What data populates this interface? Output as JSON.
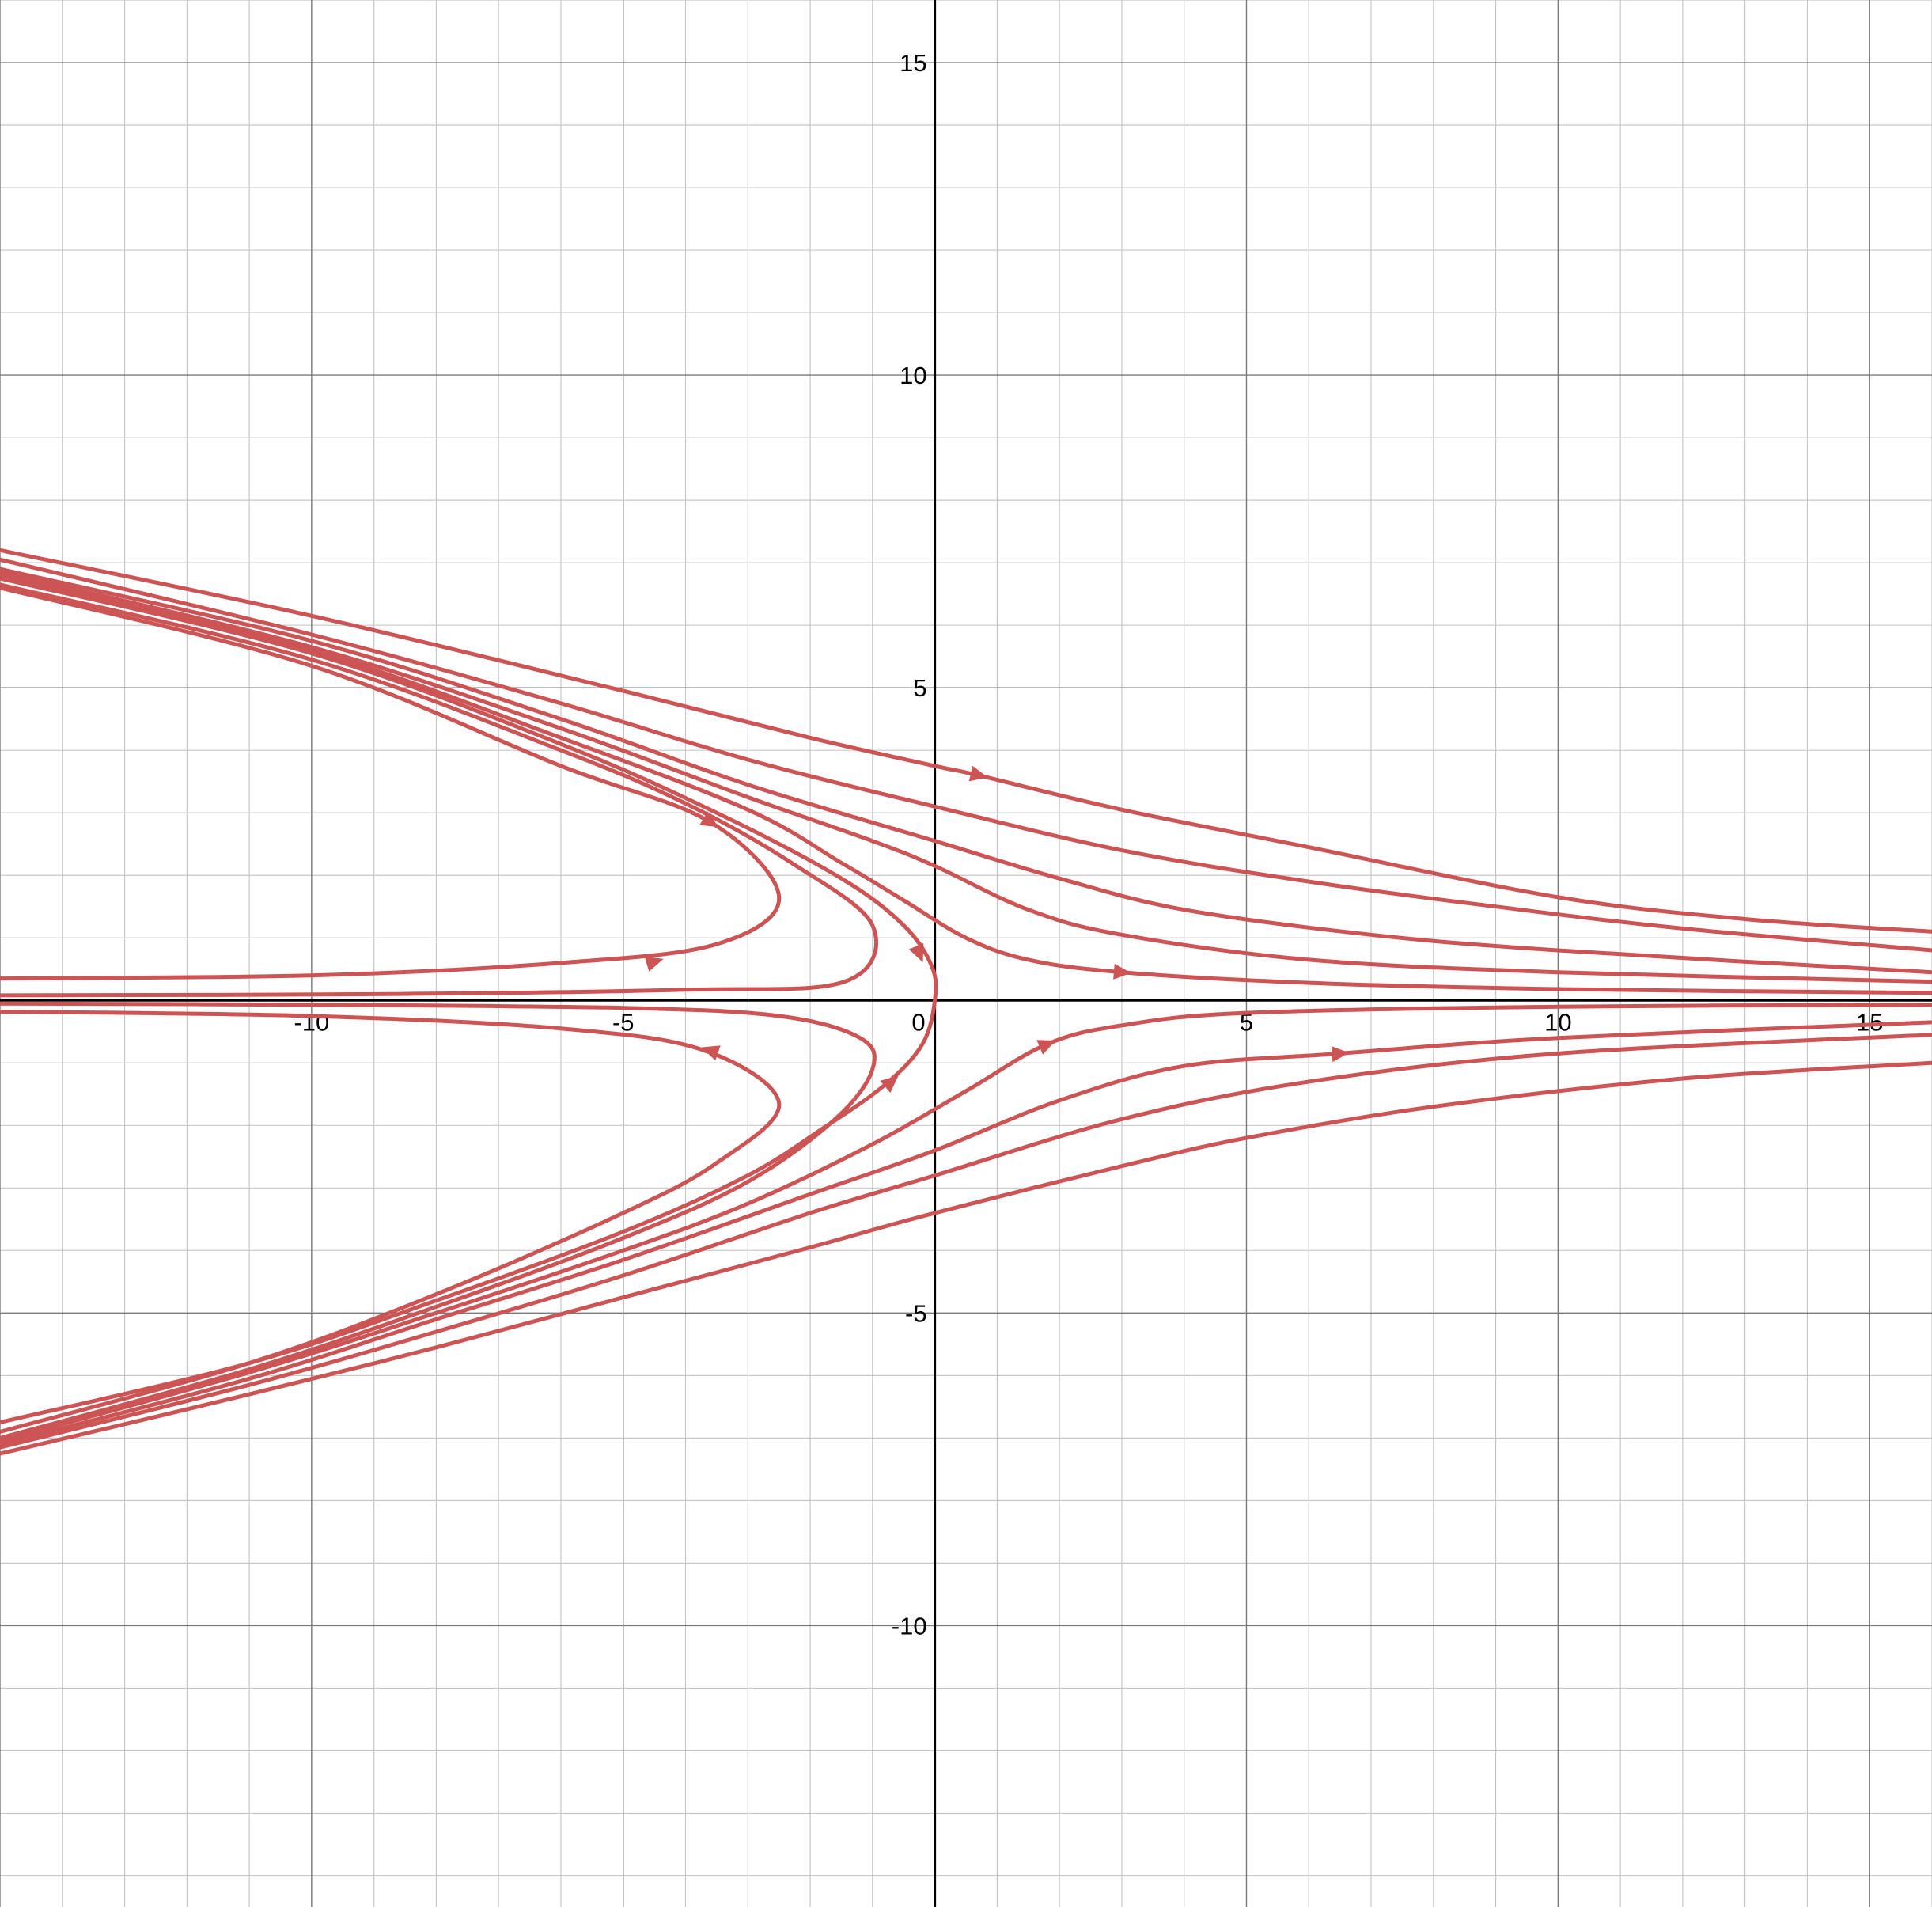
{
  "chart_data": {
    "type": "line",
    "title": "",
    "xlabel": "",
    "ylabel": "",
    "xlim": [
      -15,
      16
    ],
    "ylim": [
      -14.5,
      16
    ],
    "grid": true,
    "minor_grid_step": 1,
    "major_grid_step": 5,
    "x_ticks": [
      {
        "value": -10,
        "label": "-10"
      },
      {
        "value": -5,
        "label": "-5"
      },
      {
        "value": 0,
        "label": "0"
      },
      {
        "value": 5,
        "label": "5"
      },
      {
        "value": 10,
        "label": "10"
      },
      {
        "value": 15,
        "label": "15"
      }
    ],
    "y_ticks": [
      {
        "value": 15,
        "label": "15"
      },
      {
        "value": 10,
        "label": "10"
      },
      {
        "value": 5,
        "label": "5"
      },
      {
        "value": -5,
        "label": "-5"
      },
      {
        "value": -10,
        "label": "-10"
      }
    ],
    "colors": {
      "series": "#cc5454",
      "grid_major": "#7a7a7a",
      "grid_minor": "#c8c8c8",
      "axis": "#000000"
    },
    "series": [
      {
        "points": [
          [
            -15,
            7.2
          ],
          [
            -10,
            6.15
          ],
          [
            -5,
            4.95
          ],
          [
            -2,
            4.2
          ],
          [
            0,
            3.75
          ],
          [
            0.7,
            3.6
          ],
          [
            3,
            3.05
          ],
          [
            6,
            2.45
          ],
          [
            10,
            1.65
          ],
          [
            13,
            1.3
          ],
          [
            16,
            1.1
          ]
        ],
        "arrows": [
          [
            0.7,
            3.6,
            1
          ]
        ]
      },
      {
        "points": [
          [
            -15,
            7.05
          ],
          [
            -10,
            5.85
          ],
          [
            -6,
            4.75
          ],
          [
            -3,
            3.85
          ],
          [
            0,
            3.1
          ],
          [
            3,
            2.4
          ],
          [
            6,
            1.9
          ],
          [
            9,
            1.5
          ],
          [
            12,
            1.15
          ],
          [
            16,
            0.8
          ]
        ],
        "arrows": []
      },
      {
        "points": [
          [
            -15,
            6.9
          ],
          [
            -10,
            5.75
          ],
          [
            -6,
            4.5
          ],
          [
            -3,
            3.45
          ],
          [
            0,
            2.55
          ],
          [
            2,
            1.95
          ],
          [
            4,
            1.45
          ],
          [
            7,
            1.05
          ],
          [
            10,
            0.8
          ],
          [
            16,
            0.45
          ]
        ],
        "arrows": []
      },
      {
        "points": [
          [
            -15,
            6.85
          ],
          [
            -10,
            5.65
          ],
          [
            -6,
            4.35
          ],
          [
            -3,
            3.25
          ],
          [
            -1,
            2.55
          ],
          [
            0,
            2.15
          ],
          [
            1.5,
            1.45
          ],
          [
            3,
            1.05
          ],
          [
            6,
            0.65
          ],
          [
            10,
            0.45
          ],
          [
            16,
            0.3
          ]
        ],
        "arrows": []
      },
      {
        "points": [
          [
            -15,
            6.8
          ],
          [
            -10,
            5.6
          ],
          [
            -6,
            4.2
          ],
          [
            -3,
            3.05
          ],
          [
            -1.5,
            2.2
          ],
          [
            -0.5,
            1.6
          ],
          [
            0.5,
            1.0
          ],
          [
            1.5,
            0.65
          ],
          [
            3,
            0.45
          ],
          [
            6,
            0.28
          ],
          [
            10,
            0.18
          ],
          [
            16,
            0.12
          ]
        ],
        "arrows": [
          [
            3,
            0.45,
            1
          ]
        ]
      },
      {
        "points": [
          [
            -15,
            6.75
          ],
          [
            -10,
            5.55
          ],
          [
            -6,
            4.1
          ],
          [
            -3.5,
            3.0
          ],
          [
            -1.5,
            1.95
          ],
          [
            -0.5,
            1.2
          ],
          [
            -0.05,
            0.55
          ],
          [
            0,
            0
          ],
          [
            -0.2,
            -0.7
          ],
          [
            -0.8,
            -1.35
          ],
          [
            -1.8,
            -2.05
          ],
          [
            -3,
            -2.8
          ],
          [
            -5,
            -3.7
          ],
          [
            -8,
            -4.8
          ],
          [
            -11,
            -5.8
          ],
          [
            -15,
            -6.75
          ]
        ],
        "arrows": [
          [
            -0.25,
            0.75,
            1
          ],
          [
            -0.7,
            -1.3,
            -1
          ]
        ]
      },
      {
        "points": [
          [
            -15,
            6.65
          ],
          [
            -10,
            5.45
          ],
          [
            -6,
            4.0
          ],
          [
            -4,
            3.15
          ],
          [
            -2.3,
            2.2
          ],
          [
            -1,
            1.2
          ],
          [
            -1.45,
            0.3
          ],
          [
            -4,
            0.17
          ],
          [
            -9,
            0.1
          ],
          [
            -15,
            0.08
          ]
        ],
        "arrows": []
      },
      {
        "points": [
          [
            -15,
            6.6
          ],
          [
            -10,
            5.35
          ],
          [
            -6,
            3.75
          ],
          [
            -3.6,
            2.85
          ],
          [
            -2.5,
            1.65
          ],
          [
            -3.5,
            0.9
          ],
          [
            -6,
            0.6
          ],
          [
            -10,
            0.4
          ],
          [
            -15,
            0.35
          ]
        ],
        "arrows": [
          [
            -3.6,
            2.85,
            1
          ],
          [
            -4.5,
            0.62,
            -1
          ]
        ]
      },
      {
        "points": [
          [
            -15,
            -0.18
          ],
          [
            -10,
            -0.25
          ],
          [
            -6,
            -0.45
          ],
          [
            -3.7,
            -0.8
          ],
          [
            -2.5,
            -1.65
          ],
          [
            -3.5,
            -2.6
          ],
          [
            -5,
            -3.4
          ],
          [
            -8,
            -4.7
          ],
          [
            -11,
            -5.8
          ],
          [
            -15,
            -6.9
          ]
        ],
        "arrows": [
          [
            -3.6,
            -0.8,
            -1
          ]
        ]
      },
      {
        "points": [
          [
            -15,
            -0.05
          ],
          [
            -10,
            -0.07
          ],
          [
            -5,
            -0.12
          ],
          [
            -2.5,
            -0.25
          ],
          [
            -1.2,
            -0.6
          ],
          [
            -1,
            -1.1
          ],
          [
            -1.6,
            -1.9
          ],
          [
            -3,
            -2.9
          ],
          [
            -5,
            -3.8
          ],
          [
            -8,
            -4.9
          ],
          [
            -11,
            -5.9
          ],
          [
            -15,
            -7.0
          ]
        ],
        "arrows": []
      },
      {
        "points": [
          [
            -15,
            -7.05
          ],
          [
            -11,
            -5.95
          ],
          [
            -8,
            -5.0
          ],
          [
            -5,
            -4.0
          ],
          [
            -3,
            -3.25
          ],
          [
            -1,
            -2.3
          ],
          [
            0.5,
            -1.45
          ],
          [
            1.8,
            -0.7
          ],
          [
            3,
            -0.4
          ],
          [
            5,
            -0.2
          ],
          [
            10,
            -0.1
          ],
          [
            16,
            -0.07
          ]
        ],
        "arrows": [
          [
            1.8,
            -0.7,
            1
          ]
        ]
      },
      {
        "points": [
          [
            -15,
            -7.1
          ],
          [
            -11,
            -6.05
          ],
          [
            -8,
            -5.1
          ],
          [
            -5,
            -4.15
          ],
          [
            -2,
            -3.1
          ],
          [
            0,
            -2.4
          ],
          [
            2,
            -1.6
          ],
          [
            4,
            -1.05
          ],
          [
            6.5,
            -0.85
          ],
          [
            10,
            -0.6
          ],
          [
            16,
            -0.35
          ]
        ],
        "arrows": [
          [
            6.5,
            -0.85,
            1
          ]
        ]
      },
      {
        "points": [
          [
            -15,
            -7.15
          ],
          [
            -11,
            -6.15
          ],
          [
            -8,
            -5.3
          ],
          [
            -5,
            -4.4
          ],
          [
            -2,
            -3.4
          ],
          [
            0,
            -2.8
          ],
          [
            3,
            -1.9
          ],
          [
            6,
            -1.3
          ],
          [
            10,
            -0.85
          ],
          [
            16,
            -0.55
          ]
        ],
        "arrows": []
      },
      {
        "points": [
          [
            -15,
            -7.25
          ],
          [
            -11,
            -6.3
          ],
          [
            -8,
            -5.55
          ],
          [
            -5,
            -4.75
          ],
          [
            -2,
            -3.95
          ],
          [
            0,
            -3.4
          ],
          [
            3,
            -2.65
          ],
          [
            5,
            -2.2
          ],
          [
            8,
            -1.7
          ],
          [
            12,
            -1.25
          ],
          [
            16,
            -1.0
          ]
        ],
        "arrows": []
      }
    ]
  }
}
